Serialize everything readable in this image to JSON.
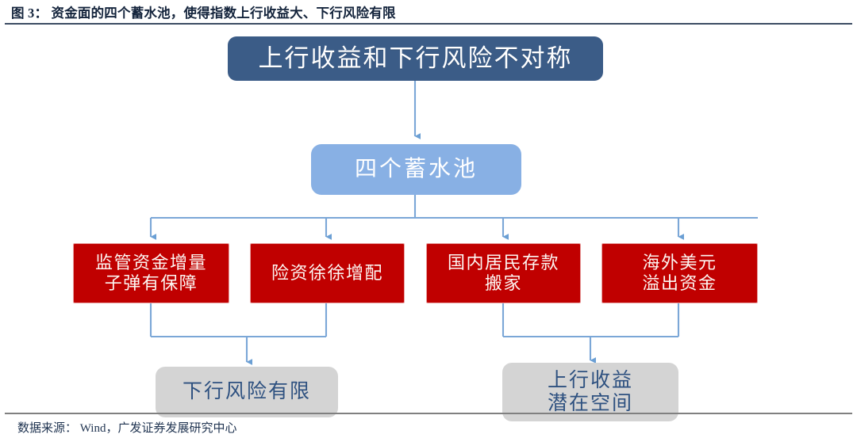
{
  "header": {
    "caption": "图 3： 资金面的四个蓄水池，使得指数上行收益大、下行风险有限",
    "rule_color": "#3c4c63"
  },
  "footer": {
    "source_note": "数据来源： Wind，广发证券发展研究中心",
    "rule_color": "#808080"
  },
  "palette": {
    "root_fill": "#3b5c87",
    "pool_fill": "#88b0e4",
    "red_fill": "#c00000",
    "red_border": "#e8a0a0",
    "gray_fill": "#d4d4d4",
    "gray_text": "#2e5180",
    "connector": "#7ba7d7",
    "white_text": "#ffffff"
  },
  "diagram": {
    "type": "flowchart",
    "root": {
      "id": "asymmetry",
      "label": "上行收益和下行风险不对称",
      "shape": "rounded-rect",
      "fill": "#3b5c87"
    },
    "pool": {
      "id": "four-reservoirs",
      "label": "四个蓄水池",
      "shape": "rounded-rect",
      "fill": "#88b0e4"
    },
    "reservoirs": [
      {
        "id": "regulatory-funds",
        "label": "监管资金增量\n子弹有保障",
        "fill": "#c00000"
      },
      {
        "id": "insurance-capital",
        "label": "险资徐徐增配",
        "fill": "#c00000"
      },
      {
        "id": "household-deposits",
        "label": "国内居民存款\n搬家",
        "fill": "#c00000"
      },
      {
        "id": "offshore-usd",
        "label": "海外美元\n溢出资金",
        "fill": "#c00000"
      }
    ],
    "outcomes": [
      {
        "id": "limited-downside",
        "label": "下行风险有限",
        "fill": "#d4d4d4",
        "sources": [
          "regulatory-funds",
          "insurance-capital"
        ]
      },
      {
        "id": "upside-potential",
        "label": "上行收益\n潜在空间",
        "fill": "#d4d4d4",
        "sources": [
          "household-deposits",
          "offshore-usd"
        ]
      }
    ],
    "edges": [
      {
        "from": "asymmetry",
        "to": "four-reservoirs"
      },
      {
        "from": "four-reservoirs",
        "to": "regulatory-funds"
      },
      {
        "from": "four-reservoirs",
        "to": "insurance-capital"
      },
      {
        "from": "four-reservoirs",
        "to": "household-deposits"
      },
      {
        "from": "four-reservoirs",
        "to": "offshore-usd"
      },
      {
        "from": "regulatory-funds",
        "to": "limited-downside"
      },
      {
        "from": "insurance-capital",
        "to": "limited-downside"
      },
      {
        "from": "household-deposits",
        "to": "upside-potential"
      },
      {
        "from": "offshore-usd",
        "to": "upside-potential"
      }
    ]
  }
}
